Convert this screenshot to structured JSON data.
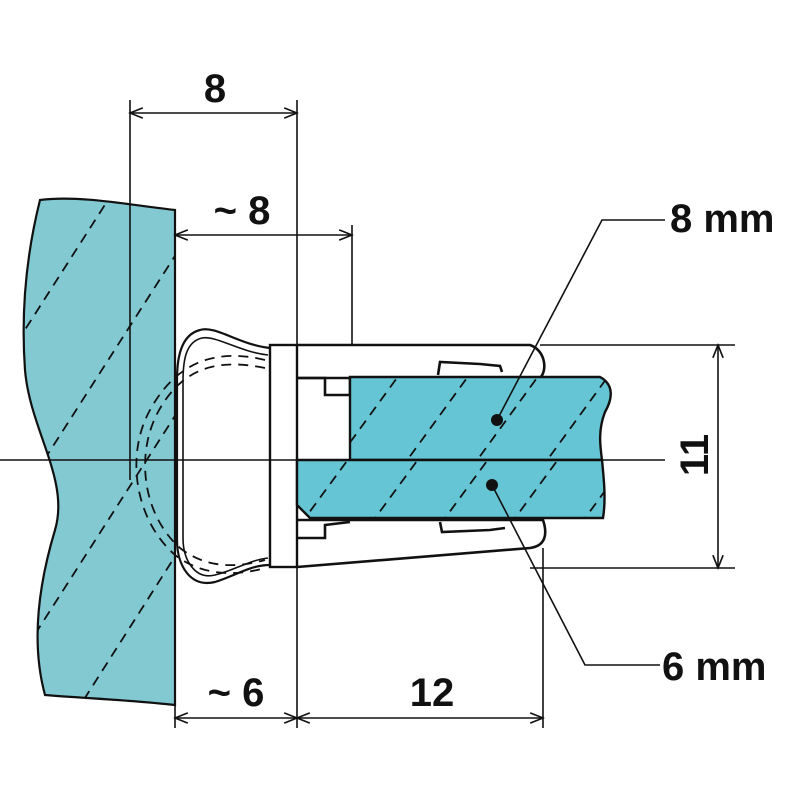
{
  "colors": {
    "glass": "#66c5d4",
    "wall": "#82c9d2",
    "line": "#111111"
  },
  "dimensions": {
    "top_width": "8",
    "clamp_depth": "~ 8",
    "base_depth": "~ 6",
    "clamp_length": "12",
    "clamp_height": "11"
  },
  "callouts": {
    "upper_glass": "8 mm",
    "lower_glass": "6 mm"
  }
}
